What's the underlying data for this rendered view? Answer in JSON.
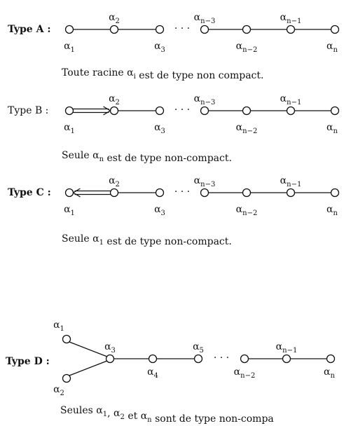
{
  "diagrams": [
    {
      "label": "Type A :",
      "bold": true,
      "nodes": [
        "α_1",
        "α_2",
        "α_3",
        "α_n−3",
        "α_n−2",
        "α_n−1",
        "α_n"
      ],
      "caption": "Toute racine α_i est de type non compact."
    },
    {
      "label": "Type B :",
      "bold": false,
      "nodes": [
        "α_1",
        "α_2",
        "α_3",
        "α_n−3",
        "α_n−2",
        "α_n−1",
        "α_n"
      ],
      "caption": "Seule α_n est de type non-compact."
    },
    {
      "label": "Type C :",
      "bold": true,
      "nodes": [
        "α_1",
        "α_2",
        "α_3",
        "α_n−3",
        "α_n−2",
        "α_n−1",
        "α_n"
      ],
      "caption": "Seule α_1 est de type non-compact."
    },
    {
      "label": "Type D :",
      "bold": true,
      "nodes": [
        "α_1",
        "α_2",
        "α_3",
        "α_4",
        "α_5",
        "α_n−2",
        "α_n−1",
        "α_n"
      ],
      "caption": "Seules α_1, α_2 et α_n sont de type non-compa"
    }
  ],
  "ellipsis": "· · ·"
}
